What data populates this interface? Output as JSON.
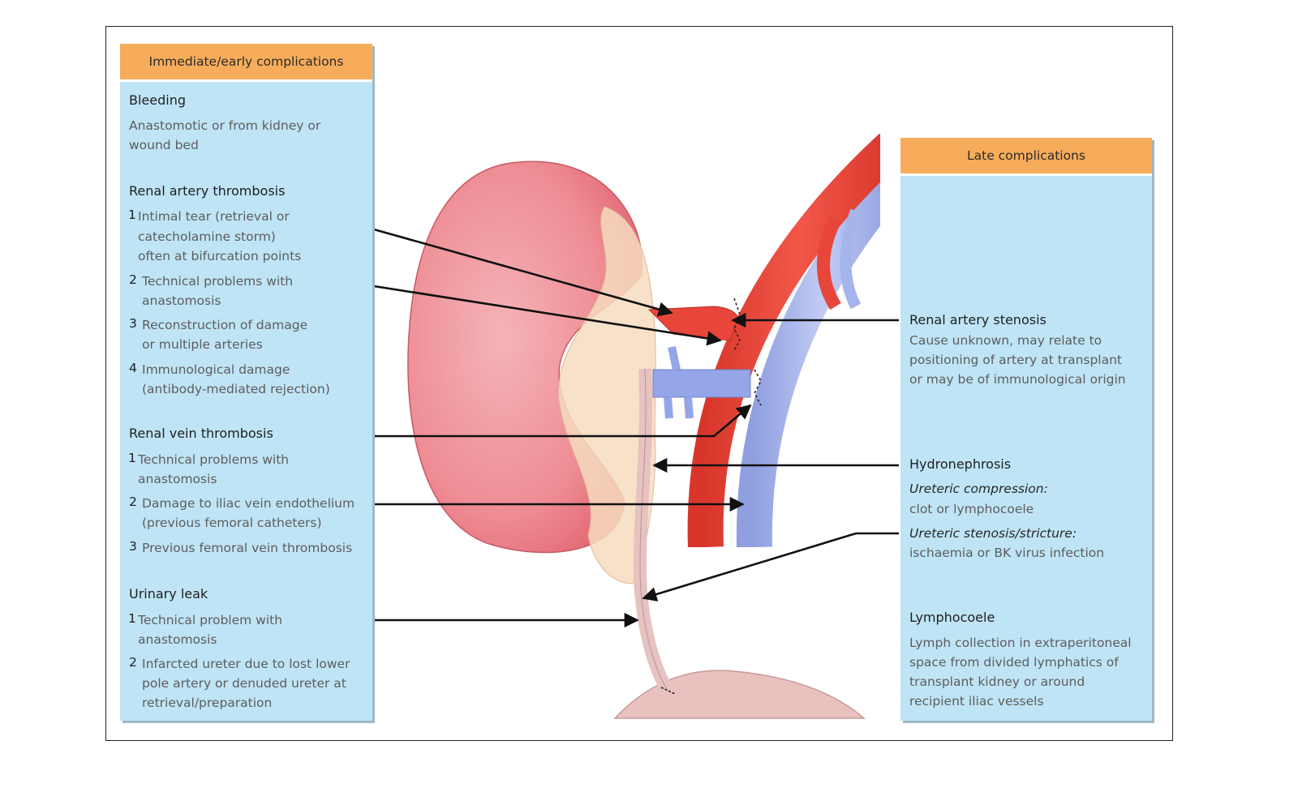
{
  "left_panel": {
    "header": "Immediate/early complications",
    "bleeding": {
      "title": "Bleeding",
      "lines": [
        "Anastomotic or from kidney or",
        "wound bed"
      ]
    },
    "artery_thrombosis": {
      "title": "Renal artery thrombosis",
      "items": [
        {
          "num": "1",
          "lines": [
            "Intimal tear (retrieval or",
            "catecholamine storm)",
            "often at bifurcation points"
          ]
        },
        {
          "num": "2",
          "lines": [
            "Technical problems with",
            "anastomosis"
          ]
        },
        {
          "num": "3",
          "lines": [
            "Reconstruction of damage",
            "or multiple arteries"
          ]
        },
        {
          "num": "4",
          "lines": [
            "Immunological damage",
            "(antibody-mediated rejection)"
          ]
        }
      ]
    },
    "vein_thrombosis": {
      "title": "Renal vein thrombosis",
      "items": [
        {
          "num": "1",
          "lines": [
            "Technical problems with",
            "anastomosis"
          ]
        },
        {
          "num": "2",
          "lines": [
            "Damage to iliac vein endothelium",
            "(previous femoral catheters)"
          ]
        },
        {
          "num": "3",
          "lines": [
            "Previous femoral vein thrombosis"
          ]
        }
      ]
    },
    "urinary_leak": {
      "title": "Urinary leak",
      "items": [
        {
          "num": "1",
          "lines": [
            "Technical problem with",
            "anastomosis"
          ]
        },
        {
          "num": "2",
          "lines": [
            "Infarcted ureter due to lost lower",
            "pole artery or denuded ureter at",
            "retrieval/preparation"
          ]
        }
      ]
    }
  },
  "right_panel": {
    "header": "Late complications",
    "artery_stenosis": {
      "title": "Renal artery stenosis",
      "lines": [
        "Cause unknown, may relate to",
        "positioning of artery at transplant",
        "or may be of immunological origin"
      ]
    },
    "hydronephrosis": {
      "title": "Hydronephrosis",
      "compression_label": "Ureteric compression:",
      "compression_text": "clot or lymphocoele",
      "stenosis_label": "Ureteric stenosis/stricture:",
      "stenosis_text": "ischaemia or BK virus infection"
    },
    "lymphocoele": {
      "title": "Lymphocoele",
      "lines": [
        "Lymph collection in extraperitoneal",
        "space from divided lymphatics of",
        "transplant kidney or around",
        "recipient iliac vessels"
      ]
    }
  },
  "colors": {
    "panel_bg": "#bfe4f6",
    "header_bg": "#f7ac5b",
    "artery": "#e8463a",
    "vein": "#a6b4ec",
    "kidney": "#ee8890",
    "ureter": "#e6c2c0",
    "bladder": "#e9c2bf"
  }
}
